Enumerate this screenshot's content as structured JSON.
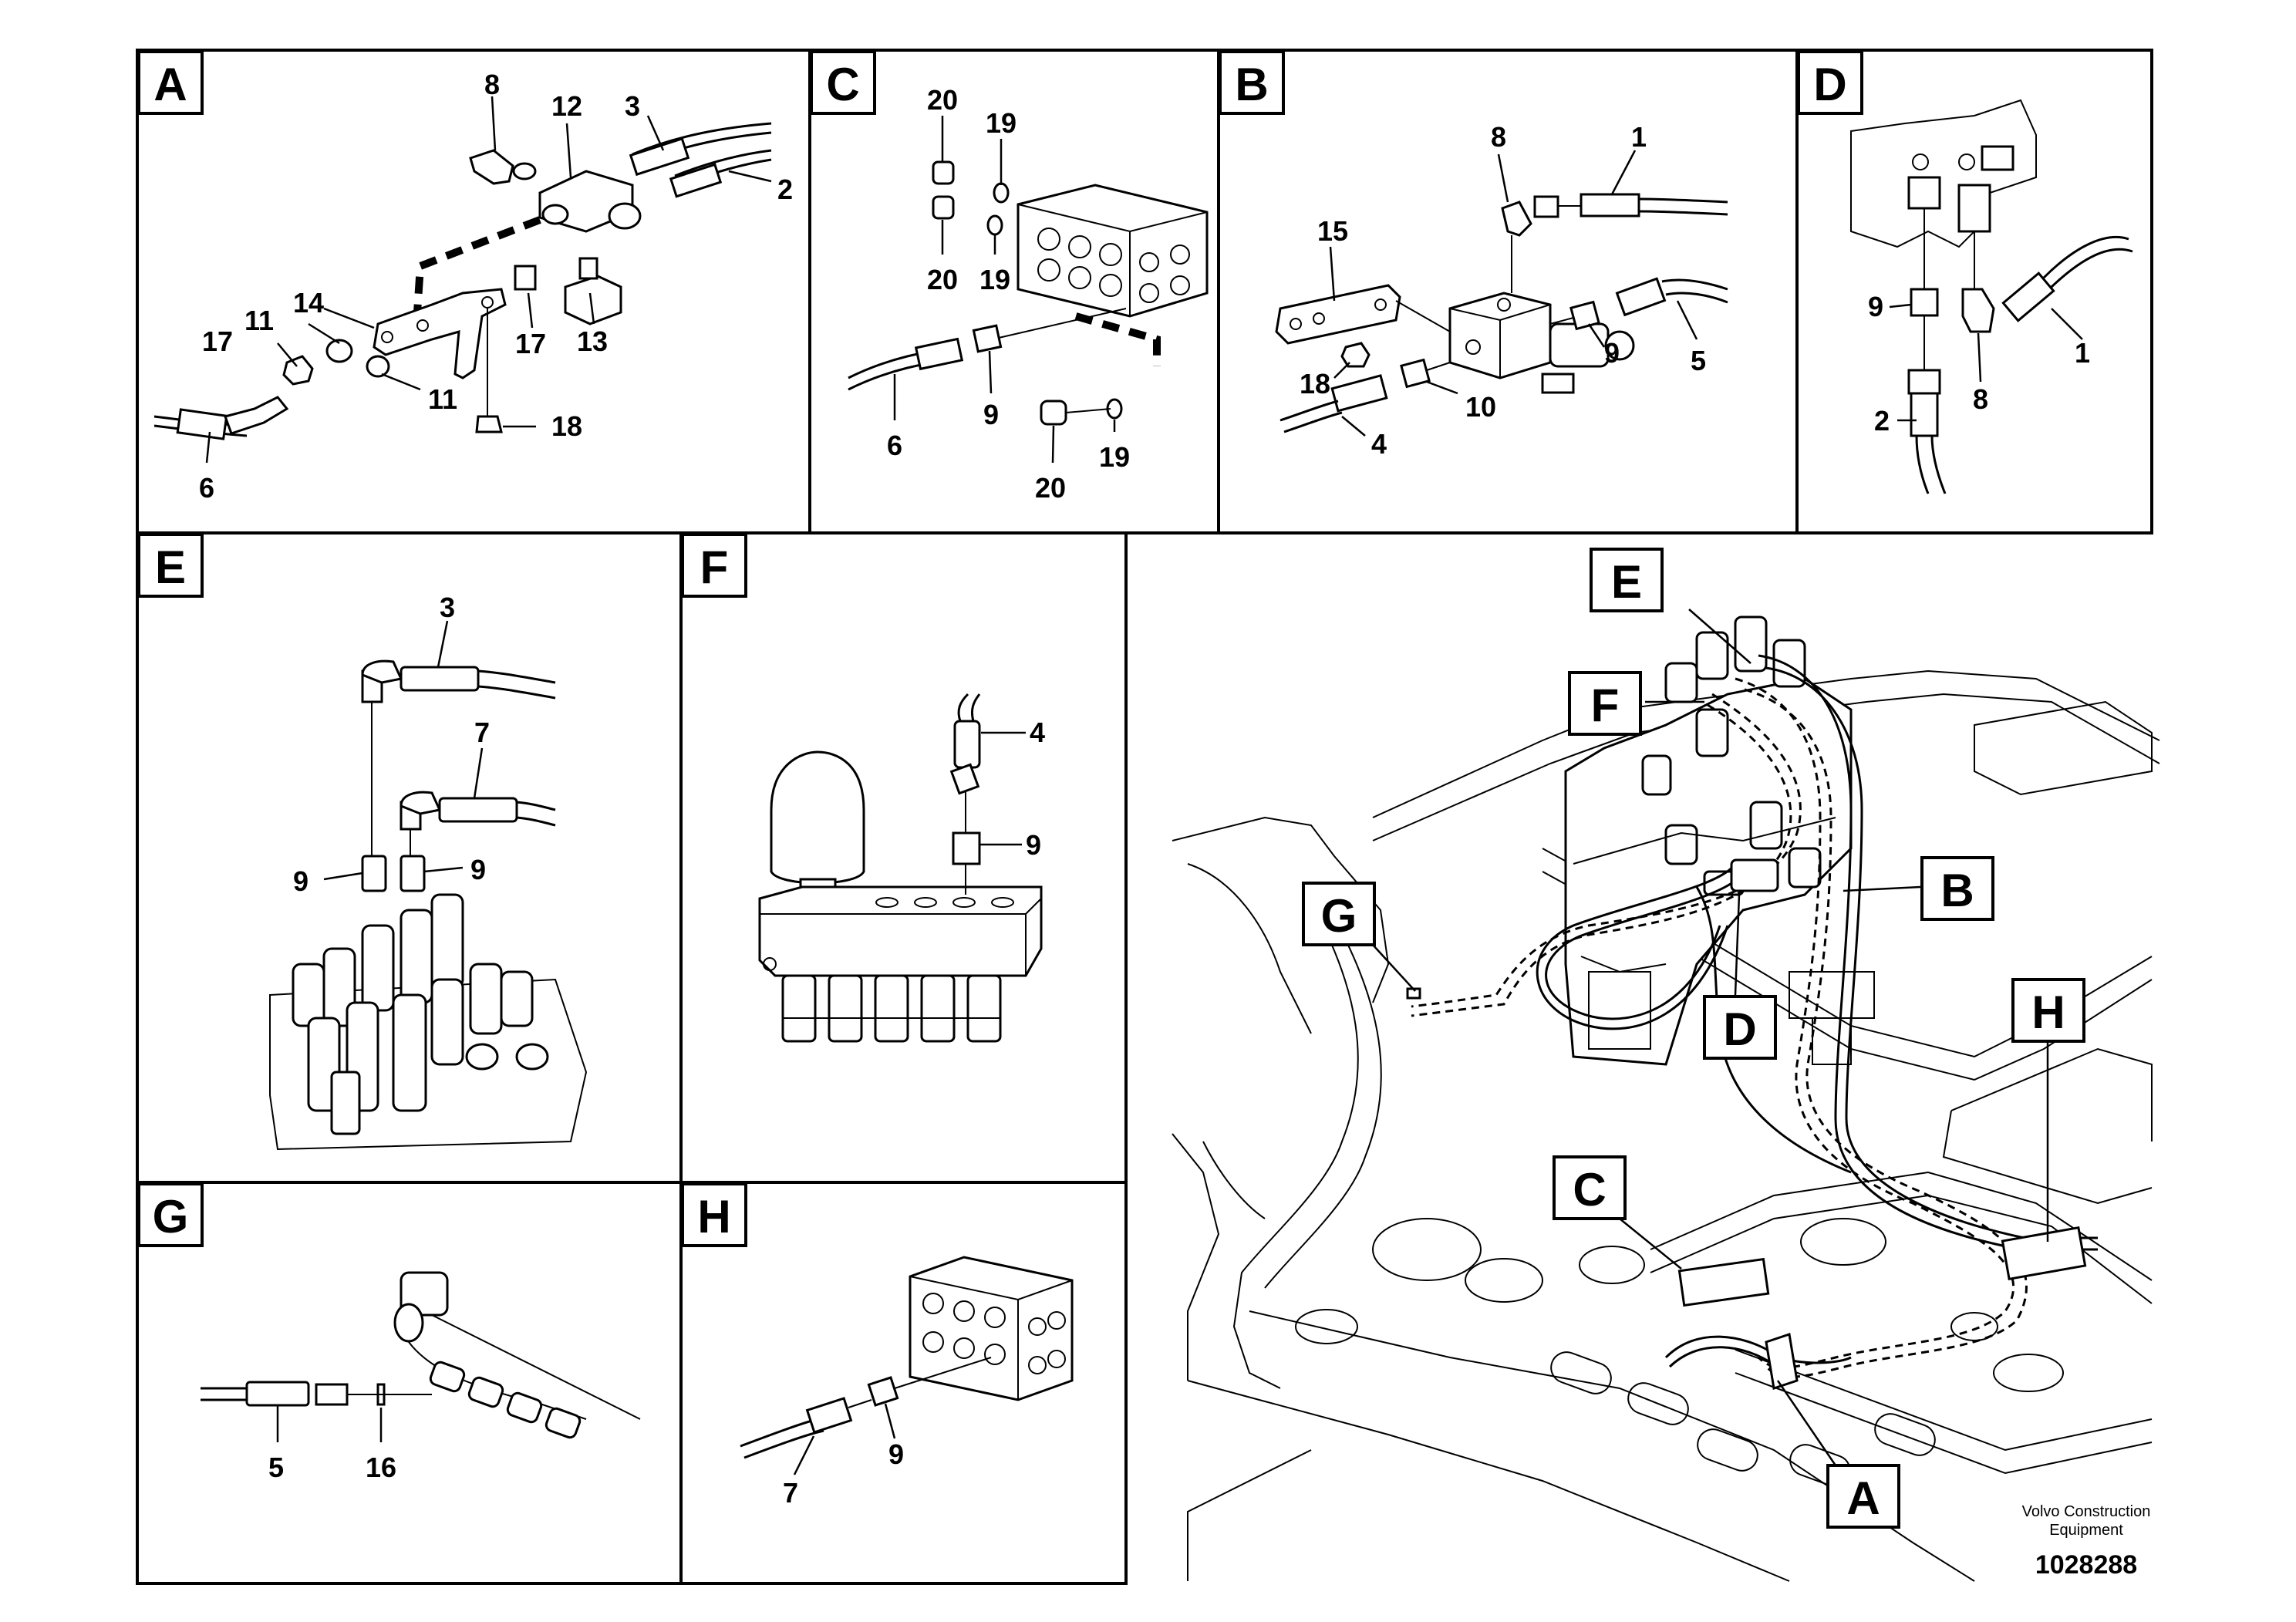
{
  "panels": {
    "A": {
      "tag": "A",
      "callouts": [
        "8",
        "12",
        "3",
        "2",
        "14",
        "17",
        "11",
        "11",
        "17",
        "13",
        "18",
        "6"
      ]
    },
    "C": {
      "tag": "C",
      "callouts": [
        "20",
        "19",
        "20",
        "19",
        "6",
        "9",
        "20",
        "19"
      ]
    },
    "B": {
      "tag": "B",
      "callouts": [
        "8",
        "1",
        "15",
        "9",
        "5",
        "18",
        "10",
        "4"
      ]
    },
    "D": {
      "tag": "D",
      "callouts": [
        "9",
        "1",
        "2",
        "8"
      ]
    },
    "E": {
      "tag": "E",
      "callouts": [
        "3",
        "7",
        "9",
        "9"
      ]
    },
    "F": {
      "tag": "F",
      "callouts": [
        "4",
        "9"
      ]
    },
    "G": {
      "tag": "G",
      "callouts": [
        "5",
        "16"
      ]
    },
    "H": {
      "tag": "H",
      "callouts": [
        "9",
        "7"
      ]
    }
  },
  "overview": {
    "tags": [
      "E",
      "F",
      "G",
      "B",
      "D",
      "H",
      "C",
      "A"
    ]
  },
  "footer": {
    "maker_line1": "Volvo Construction",
    "maker_line2": "Equipment",
    "drawing_number": "1028288"
  }
}
